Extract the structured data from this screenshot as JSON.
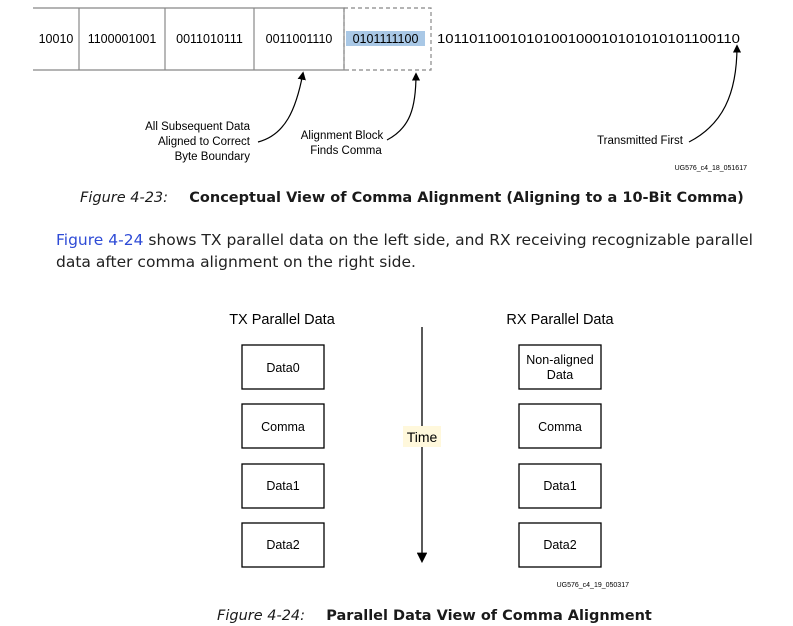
{
  "figure1": {
    "cells": [
      "10010",
      "1100001001",
      "0011010111",
      "0011001110",
      "0101111100"
    ],
    "trailing_bits": "1011011001010100100010101010101100110",
    "annotations": {
      "subsequent": [
        "All Subsequent Data",
        "Aligned to Correct",
        "Byte Boundary"
      ],
      "alignment_block": [
        "Alignment Block",
        "Finds Comma"
      ],
      "transmitted_first": "Transmitted First"
    },
    "figure_id": "UG576_c4_18_051617",
    "caption_number": "Figure 4-23:",
    "caption_title": "Conceptual View of Comma Alignment (Aligning to a 10-Bit Comma)",
    "colors": {
      "highlight": "#a9c8e6",
      "line": "#888888"
    }
  },
  "paragraph": {
    "link_text": "Figure 4-24",
    "text": " shows TX parallel data on the left side, and RX receiving recognizable parallel data after comma alignment on the right side."
  },
  "figure2": {
    "tx_title": "TX Parallel Data",
    "rx_title": "RX Parallel Data",
    "tx_blocks": [
      [
        "Data0"
      ],
      [
        "Comma"
      ],
      [
        "Data1"
      ],
      [
        "Data2"
      ]
    ],
    "rx_blocks": [
      [
        "Non-aligned",
        "Data"
      ],
      [
        "Comma"
      ],
      [
        "Data1"
      ],
      [
        "Data2"
      ]
    ],
    "time_label": "Time",
    "time_label_bg": "#fff8dc",
    "figure_id": "UG576_c4_19_050317",
    "caption_number": "Figure 4-24:",
    "caption_title": "Parallel Data View of Comma Alignment"
  }
}
